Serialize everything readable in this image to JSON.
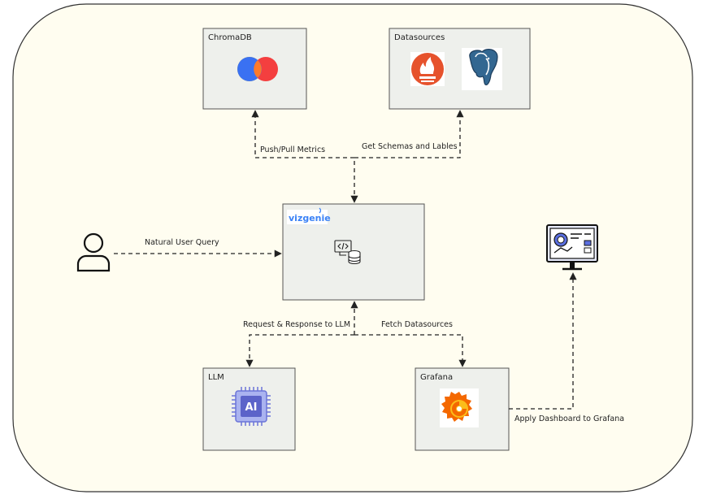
{
  "diagram": {
    "nodes": {
      "chromadb": {
        "label": "ChromaDB"
      },
      "datasources": {
        "label": "Datasources"
      },
      "vizgenie": {
        "label": "vizgenie"
      },
      "llm": {
        "label": "LLM",
        "chip_text": "AI"
      },
      "grafana": {
        "label": "Grafana"
      }
    },
    "edges": {
      "push_pull": {
        "label": "Push/Pull Metrics"
      },
      "get_schemas": {
        "label": "Get Schemas and Lables"
      },
      "user_query": {
        "label": "Natural User Query"
      },
      "request_llm": {
        "label": "Request & Response to LLM"
      },
      "fetch_ds": {
        "label": "Fetch Datasources"
      },
      "apply_dashboard": {
        "label": "Apply Dashboard to Grafana"
      }
    }
  },
  "colors": {
    "background_panel": "#fffdf0",
    "panel_border": "#333333",
    "node_fill": "#eef0ec",
    "node_border": "#555555",
    "edge": "#222222"
  },
  "icons": [
    "chromadb-logo-icon",
    "prometheus-logo-icon",
    "postgresql-logo-icon",
    "user-icon",
    "code-database-icon",
    "ai-chip-icon",
    "grafana-logo-icon",
    "dashboard-monitor-icon"
  ]
}
